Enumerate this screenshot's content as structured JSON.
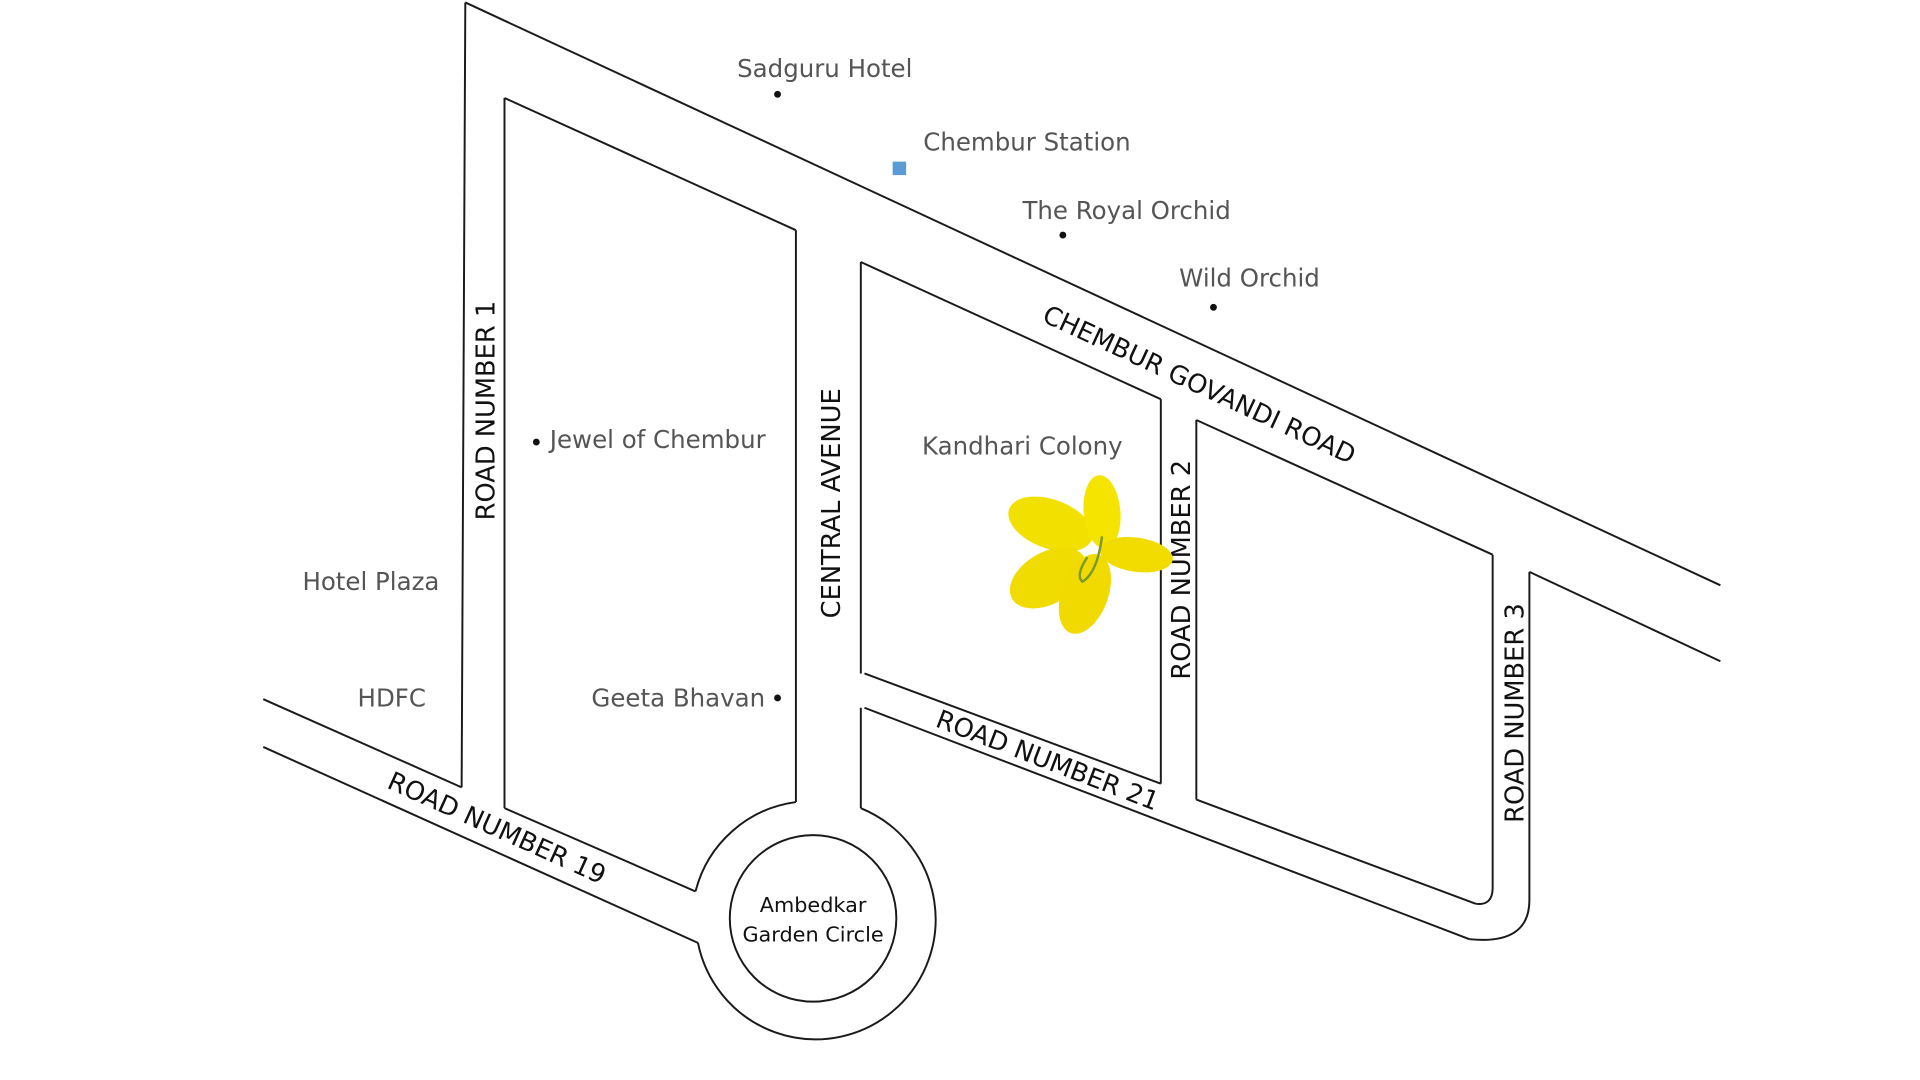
{
  "roads": {
    "chembur_govandi": "CHEMBUR GOVANDI ROAD",
    "road1": "ROAD NUMBER 1",
    "central": "CENTRAL AVENUE",
    "road2": "ROAD NUMBER 2",
    "road3": "ROAD NUMBER 3",
    "road19": "ROAD NUMBER 19",
    "road21": "ROAD NUMBER 21"
  },
  "places": {
    "sadguru": "Sadguru Hotel",
    "station": "Chembur Station",
    "royal_orchid": "The Royal Orchid",
    "wild_orchid": "Wild Orchid",
    "jewel": "Jewel of Chembur",
    "kandhari": "Kandhari Colony",
    "hotel_plaza": "Hotel Plaza",
    "hdfc": "HDFC",
    "geeta": "Geeta Bhavan",
    "circle_line1": "Ambedkar",
    "circle_line2": "Garden Circle"
  },
  "colors": {
    "station": "#5b9bd5",
    "flower": "#f5e000"
  }
}
